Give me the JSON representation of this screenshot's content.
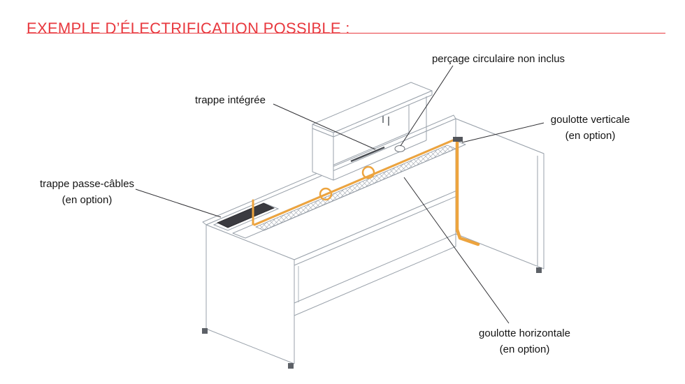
{
  "header": {
    "title": "EXEMPLE D’ÉLECTRIFICATION POSSIBLE :"
  },
  "colors": {
    "title_red": "#e8393f",
    "cable_orange": "#eda43e",
    "drawing_gray": "#9aa2ab",
    "dark_trap_gray": "#3b3b40"
  },
  "callouts": {
    "percage": {
      "label": "perçage circulaire non inclus"
    },
    "trappe_integree": {
      "label": "trappe intégrée"
    },
    "goulotte_verticale": {
      "label": "goulotte verticale",
      "option": "(en option)"
    },
    "trappe_passe_cables": {
      "label": "trappe passe-câbles",
      "option": "(en option)"
    },
    "goulotte_horizontale": {
      "label": "goulotte horizontale",
      "option": "(en option)"
    }
  }
}
